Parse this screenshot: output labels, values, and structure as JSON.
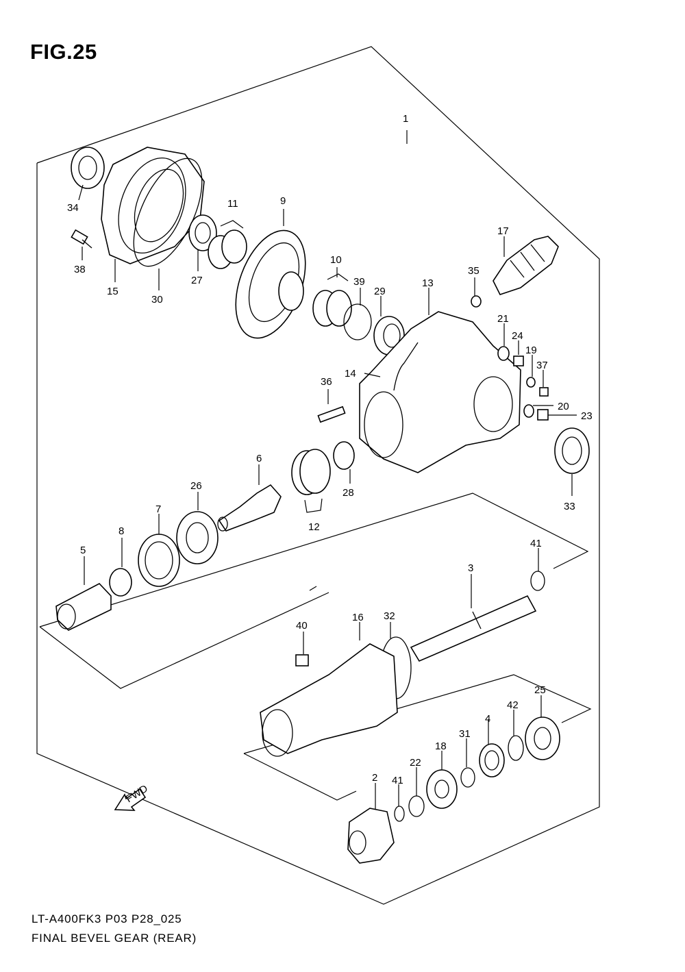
{
  "title": "FIG.25",
  "footer": {
    "code": "LT-A400FK3 P03 P28_025",
    "name": "FINAL BEVEL GEAR (REAR)"
  },
  "fwd_label": "FWD",
  "part_labels": {
    "p1": "1",
    "p2": "2",
    "p3": "3",
    "p4": "4",
    "p5": "5",
    "p6": "6",
    "p7": "7",
    "p8": "8",
    "p9": "9",
    "p10": "10",
    "p11": "11",
    "p12": "12",
    "p13": "13",
    "p14": "14",
    "p15": "15",
    "p16": "16",
    "p17": "17",
    "p18": "18",
    "p19": "19",
    "p20": "20",
    "p21": "21",
    "p22": "22",
    "p23": "23",
    "p24": "24",
    "p25": "25",
    "p26": "26",
    "p27": "27",
    "p28": "28",
    "p29": "29",
    "p30": "30",
    "p31": "31",
    "p32": "32",
    "p33": "33",
    "p34": "34",
    "p35": "35",
    "p36": "36",
    "p37": "37",
    "p38": "38",
    "p39": "39",
    "p40": "40",
    "p41a": "41",
    "p41b": "41",
    "p42": "42"
  }
}
